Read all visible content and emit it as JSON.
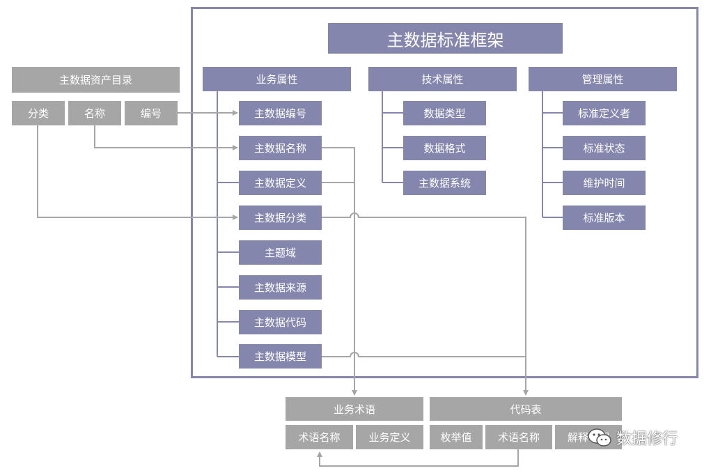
{
  "framework": {
    "title": "主数据标准框架",
    "business": {
      "header": "业务属性",
      "items": [
        "主数据编号",
        "主数据名称",
        "主数据定义",
        "主数据分类",
        "主题域",
        "主数据来源",
        "主数据代码",
        "主数据模型"
      ]
    },
    "technical": {
      "header": "技术属性",
      "items": [
        "数据类型",
        "数据格式",
        "主数据系统"
      ]
    },
    "management": {
      "header": "管理属性",
      "items": [
        "标准定义者",
        "标准状态",
        "维护时间",
        "标准版本"
      ]
    }
  },
  "catalog": {
    "title": "主数据资产目录",
    "fields": [
      "分类",
      "名称",
      "编号"
    ]
  },
  "business_terms": {
    "title": "业务术语",
    "fields": [
      "术语名称",
      "业务定义"
    ]
  },
  "code_table": {
    "title": "代码表",
    "fields": [
      "枚举值",
      "术语名称",
      "解释说明"
    ]
  },
  "watermark": "数据修行",
  "colors": {
    "primary": "#8486ad",
    "secondary": "#a6a6a6",
    "connector": "#a6a6a6"
  }
}
